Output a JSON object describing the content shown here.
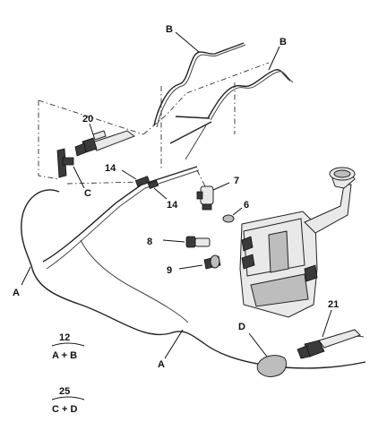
{
  "callouts": {
    "b_left": "B",
    "b_right": "B",
    "c": "C",
    "d": "D",
    "a_left": "A",
    "a_bottom": "A",
    "n20": "20",
    "n14_upper": "14",
    "n14_lower": "14",
    "n7": "7",
    "n6": "6",
    "n8": "8",
    "n9": "9",
    "n21": "21"
  },
  "legend": {
    "item12": {
      "number": "12",
      "combination": "A + B"
    },
    "item25": {
      "number": "25",
      "combination": "C + D"
    }
  }
}
